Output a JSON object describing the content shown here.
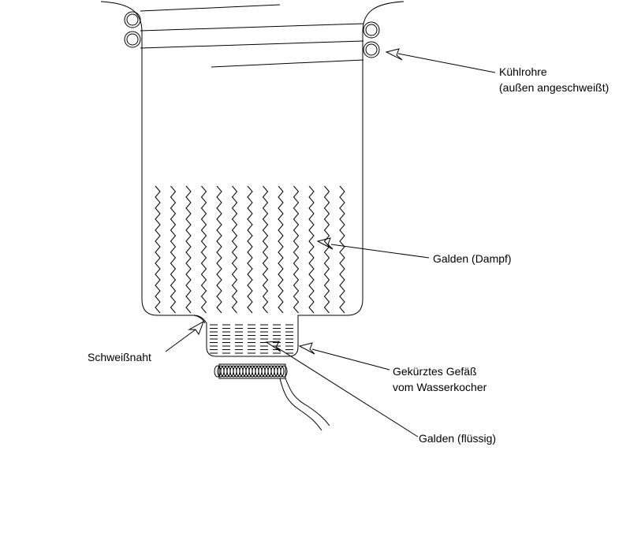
{
  "labels": {
    "cooling_pipes_line1": "Kühlrohre",
    "cooling_pipes_line2": "(außen angeschweißt)",
    "vapor": "Galden (Dampf)",
    "weld_seam": "Schweißnaht",
    "vessel_line1": "Gekürztes Gefäß",
    "vessel_line2": "vom Wasserkocher",
    "liquid": "Galden (flüssig)"
  }
}
